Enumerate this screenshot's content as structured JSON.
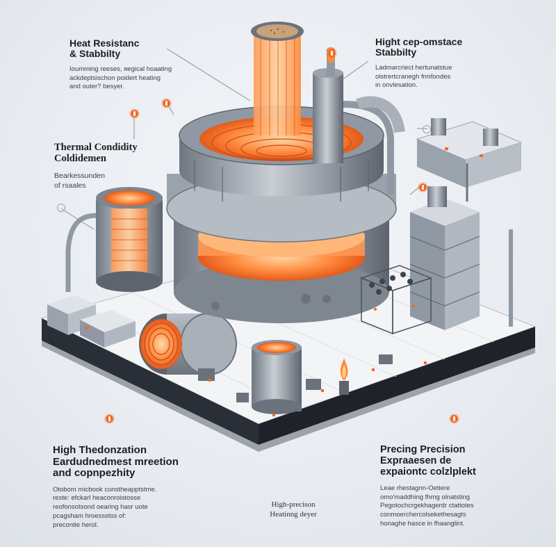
{
  "callouts": {
    "top_left": {
      "title_line1": "Heat Resistanc",
      "title_line2": "& Stabbilty",
      "desc_line1": "Ioumming reeses, ᴙegical hoaating",
      "desc_line2": "ackdeptsischon poidert heating",
      "desc_line3": "and outer? besyer."
    },
    "top_right": {
      "title_line1": "Hight cep-omstace",
      "title_line2": "Stabbilty",
      "desc_line1": "Ladmarcriect hertunatstue",
      "desc_line2": "olstrertcranegh frmfondes",
      "desc_line3": "in onvlesation."
    },
    "mid_left": {
      "title_line1": "Thermal Condidity",
      "title_line2": "Coldidemen",
      "desc_line1": "Bearkessunden",
      "desc_line2": "of rsaales"
    },
    "bottom_left": {
      "title_line1": "High Thedonzation",
      "title_line2": "Eardudnedmest mreetion",
      "title_line3": "and copnpezhity",
      "desc_line1": "Otobom micbook cunstheapptstme.",
      "desc_line2": "reste: efckarl heaconroistosse",
      "desc_line3": "reofonsotsond oearing hasr uote",
      "desc_line4": "pcagsham hroessstos of:",
      "desc_line5": "precontie herol."
    },
    "bottom_right": {
      "title_line1": "Precing Precision",
      "title_line2": "Expraaesen de",
      "title_line3": "expaiontc colzlplekt",
      "desc_line1": "Leae rhestagnn-Oetiere",
      "desc_line2": "omo'maddhing fhmg olnatsting",
      "desc_line3": "Pegotochcrgekhagerdr ctattotes",
      "desc_line4": "conmoerchercolsekethesagts",
      "desc_line5": "honaghe hasce in fhaanglint."
    },
    "center_bottom": {
      "line1": "High-precison",
      "line2": "Heatinng deyer"
    }
  },
  "colors": {
    "accent": "#f06a24",
    "glow": "#ff8a3d",
    "steel": "#8f98a3",
    "steel_dark": "#4b525b",
    "platform_top": "#f3f4f6",
    "platform_side": "#2a2e36",
    "background": "#e9edf2"
  }
}
